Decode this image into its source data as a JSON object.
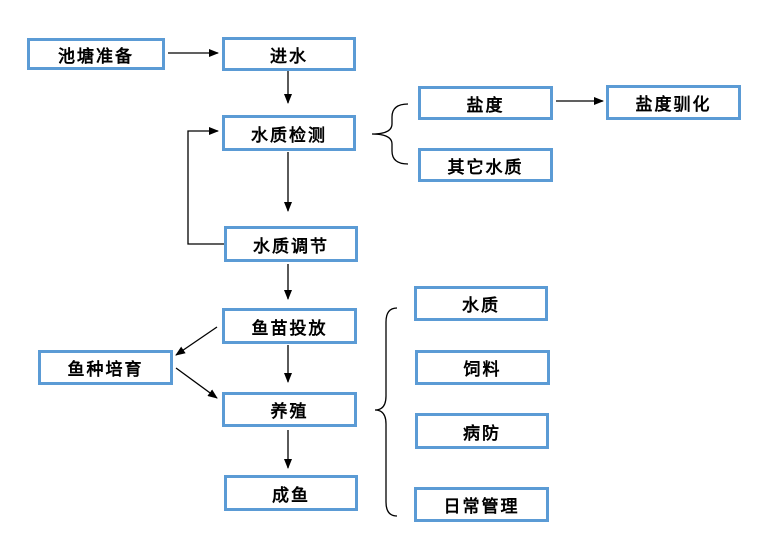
{
  "diagram": {
    "colors": {
      "box_border": "#5b9bd5",
      "line": "#000000",
      "text": "#000000"
    },
    "nodes": {
      "pond_prep": "池塘准备",
      "water_in": "进水",
      "water_test": "水质检测",
      "salinity": "盐度",
      "salinity_acclim": "盐度驯化",
      "other_quality": "其它水质",
      "water_adjust": "水质调节",
      "fry_stocking": "鱼苗投放",
      "fry_breeding": "鱼种培育",
      "culture": "养殖",
      "adult_fish": "成鱼",
      "mgmt_water": "水质",
      "mgmt_feed": "饲料",
      "mgmt_disease": "病防",
      "mgmt_daily": "日常管理"
    },
    "edges": [
      {
        "from": "pond_prep",
        "to": "water_in"
      },
      {
        "from": "water_in",
        "to": "water_test"
      },
      {
        "from": "water_test",
        "to": "water_adjust"
      },
      {
        "from": "water_adjust",
        "to": "water_test"
      },
      {
        "from": "water_test",
        "to": [
          "salinity",
          "other_quality"
        ]
      },
      {
        "from": "salinity",
        "to": "salinity_acclim"
      },
      {
        "from": "water_adjust",
        "to": "fry_stocking"
      },
      {
        "from": "fry_stocking",
        "to": "fry_breeding"
      },
      {
        "from": "fry_breeding",
        "to": "culture"
      },
      {
        "from": "fry_stocking",
        "to": "culture"
      },
      {
        "from": "culture",
        "to": "adult_fish"
      },
      {
        "from": "culture",
        "to": [
          "mgmt_water",
          "mgmt_feed",
          "mgmt_disease",
          "mgmt_daily"
        ]
      }
    ]
  }
}
